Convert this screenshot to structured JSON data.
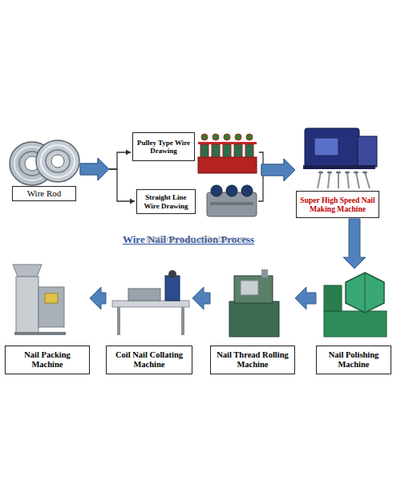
{
  "diagram": {
    "title": "Wire Nail Production Process",
    "nodes": [
      {
        "text": [
          "Wire Rod"
        ]
      },
      {
        "text": [
          "Pulley Type Wire Drawing"
        ]
      },
      {
        "text": [
          "Straight Line Wire Drawing"
        ]
      },
      {
        "text": [
          "Super High Speed Nail Making Machine"
        ]
      },
      {
        "text": [
          "Nail Packing Machine"
        ]
      },
      {
        "text": [
          "Coil Nail Collating Machine"
        ]
      },
      {
        "text": [
          "Nail Thread Rolling Machine"
        ]
      },
      {
        "text": [
          "Nail Polishing Machine"
        ]
      }
    ],
    "edges": [
      {
        "from": 0,
        "to": 1,
        "arrow": "to"
      },
      {
        "from": 0,
        "to": 2,
        "arrow": "to"
      },
      {
        "from": 1,
        "to": 3,
        "arrow": "to"
      },
      {
        "from": 2,
        "to": 3,
        "arrow": "to"
      },
      {
        "from": 3,
        "to": 7,
        "arrow": "to"
      },
      {
        "from": 7,
        "to": 6,
        "arrow": "to"
      },
      {
        "from": 6,
        "to": 5,
        "arrow": "to"
      },
      {
        "from": 5,
        "to": 4,
        "arrow": "to"
      }
    ],
    "labels": [
      "fasteners.en.alibaba.com"
    ]
  }
}
